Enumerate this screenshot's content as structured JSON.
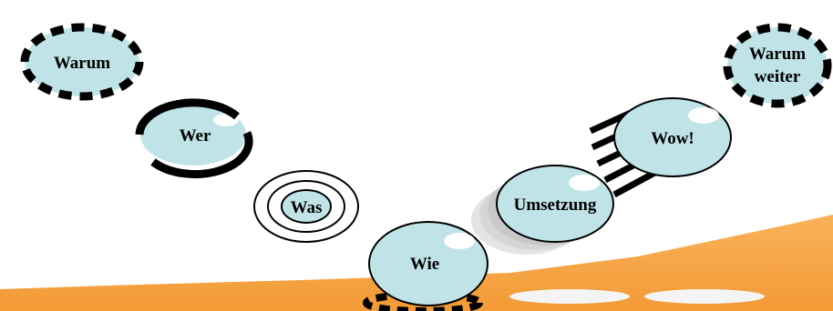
{
  "colors": {
    "background": "#ffffff",
    "band": "#f7a64a",
    "bubble_fill": "#bfe3e6",
    "outline": "#000000",
    "highlight": "#ffffff",
    "shadow": "#d0d0d0"
  },
  "nodes": {
    "warum": {
      "label": "Warum"
    },
    "wer": {
      "label": "Wer"
    },
    "was": {
      "label": "Was"
    },
    "wie": {
      "label": "Wie"
    },
    "umsetzung": {
      "label": "Umsetzung"
    },
    "wow": {
      "label": "Wow!"
    },
    "warum_weiter": {
      "label_line1": "Warum",
      "label_line2": "weiter"
    }
  }
}
